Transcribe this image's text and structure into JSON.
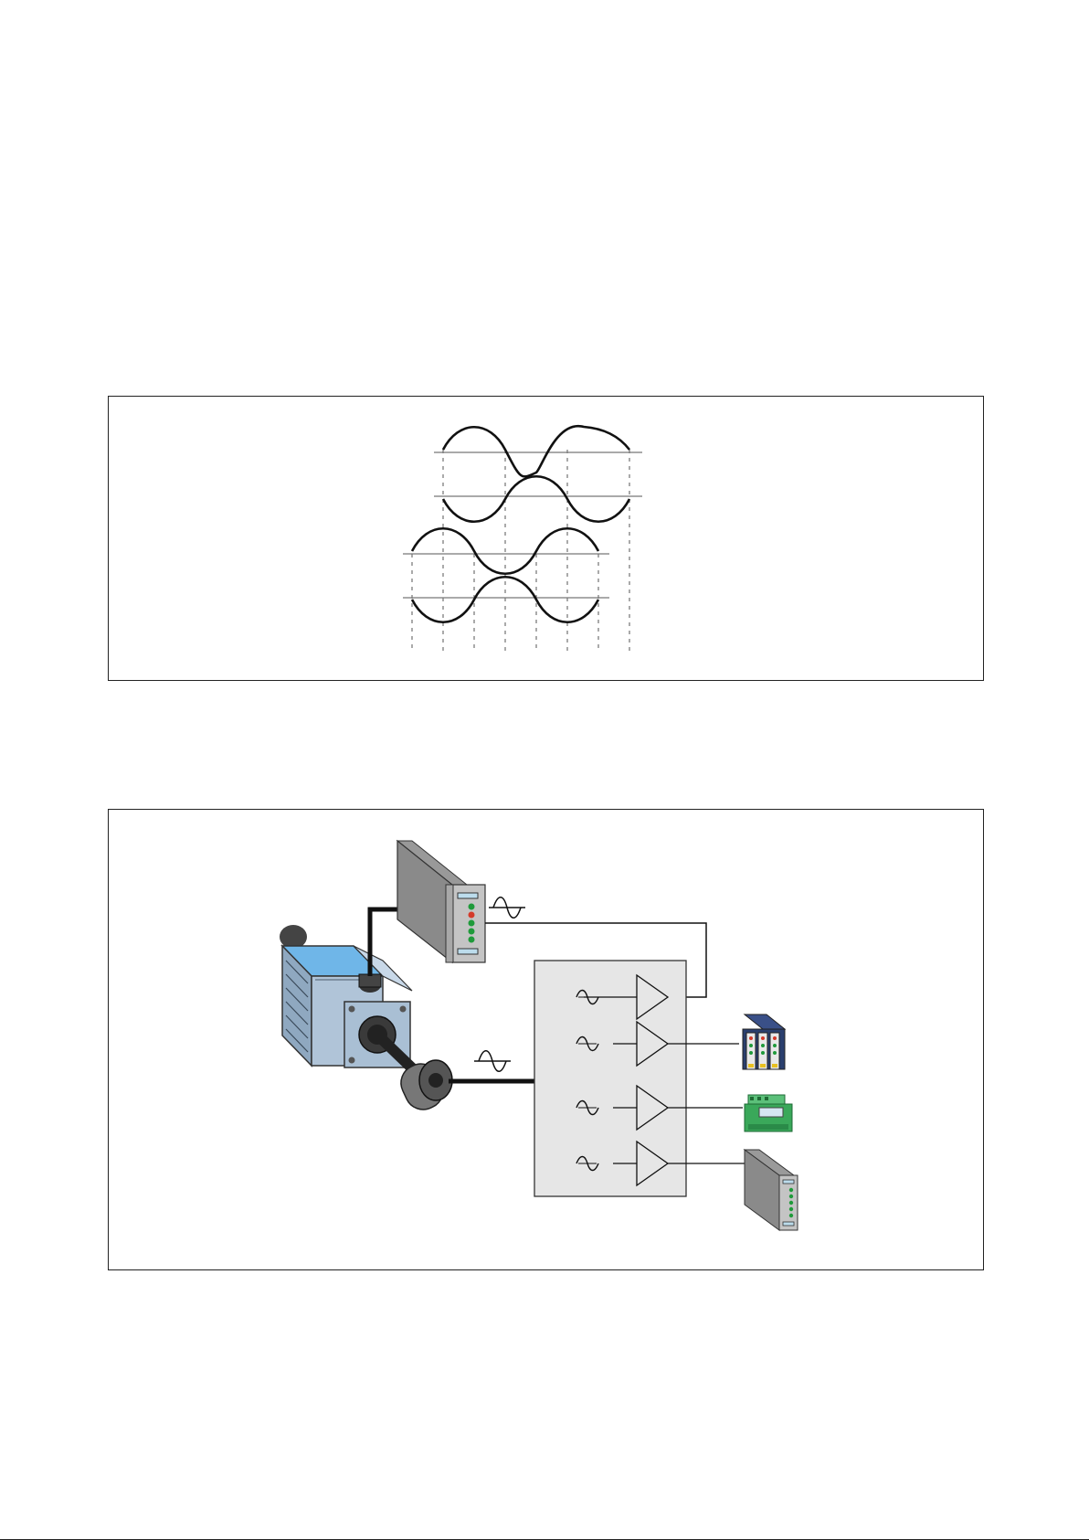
{
  "figures": [
    {
      "id": "waveforms",
      "description_text": ""
    },
    {
      "id": "signal-distribution",
      "description_text": ""
    }
  ],
  "waveform_groups": [
    {
      "id": "upper-pair",
      "traces": [
        "signal-a",
        "signal-a-inverted"
      ]
    },
    {
      "id": "lower-pair",
      "traces": [
        "signal-b",
        "signal-b-inverted"
      ]
    }
  ],
  "amplifier_channels": [
    {
      "id": "channel-1",
      "output": "output-to-sensor-module"
    },
    {
      "id": "channel-2",
      "output": "output-to-rack-cards"
    },
    {
      "id": "channel-3",
      "output": "output-to-green-terminal-module"
    },
    {
      "id": "channel-4",
      "output": "output-to-monitor-module"
    }
  ],
  "colors": {
    "line": "#111111",
    "box_fill": "#e6e6e6",
    "motor_blue": "#8fb0d0",
    "motor_window": "#6fb6e8",
    "module_grey": "#b8b8b8",
    "led_green": "#1f9a3a",
    "led_red": "#d43a2a",
    "rack_blue": "#2a3f6e",
    "terminal_green": "#3aa85a"
  },
  "icons": [
    "sine-symbol-icon",
    "amplifier-triangle-icon",
    "motor-icon",
    "encoder-icon",
    "module-icon",
    "rack-icon",
    "terminal-block-icon"
  ]
}
